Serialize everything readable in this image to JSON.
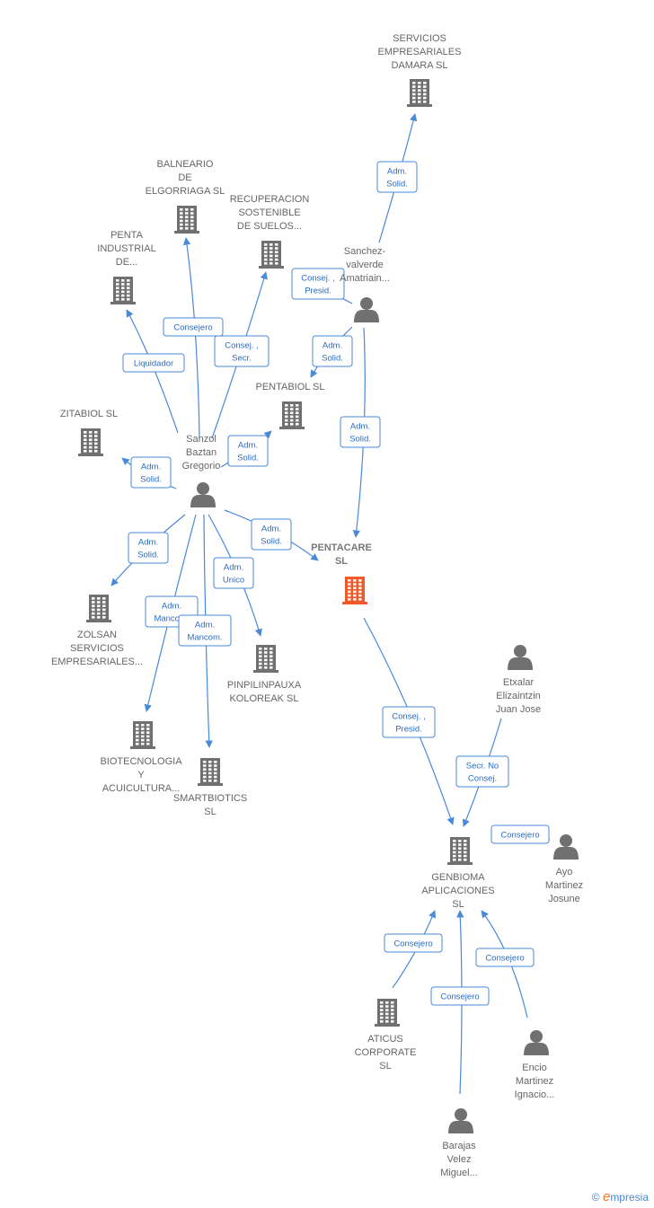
{
  "colors": {
    "edge": "#4a88d9",
    "node": "#707070",
    "focus": "#f05a28",
    "label": "#666666"
  },
  "nodes": [
    {
      "id": "servicios",
      "kind": "company",
      "label": [
        "SERVICIOS",
        "EMPRESARIALES",
        "DAMARA  SL"
      ]
    },
    {
      "id": "balneario",
      "kind": "company",
      "label": [
        "BALNEARIO",
        "DE",
        "ELGORRIAGA SL"
      ]
    },
    {
      "id": "recuperacion",
      "kind": "company",
      "label": [
        "RECUPERACION",
        "SOSTENIBLE",
        "DE SUELOS..."
      ]
    },
    {
      "id": "penta_industrial",
      "kind": "company",
      "label": [
        "PENTA",
        "INDUSTRIAL",
        "DE..."
      ]
    },
    {
      "id": "pentabiol",
      "kind": "company",
      "label": [
        "PENTABIOL  SL"
      ]
    },
    {
      "id": "zitabiol",
      "kind": "company",
      "label": [
        "ZITABIOL  SL"
      ]
    },
    {
      "id": "sanzol",
      "kind": "person",
      "label": [
        "Sanzol",
        "Baztan",
        "Gregorio"
      ]
    },
    {
      "id": "sanchez",
      "kind": "person",
      "label": [
        "Sanchez-",
        "valverde",
        "Amatriain..."
      ]
    },
    {
      "id": "pentacare",
      "kind": "focus",
      "label": [
        "PENTACARE",
        "SL"
      ]
    },
    {
      "id": "zolsan",
      "kind": "company",
      "label": [
        "ZOLSAN",
        "SERVICIOS",
        "EMPRESARIALES..."
      ]
    },
    {
      "id": "pinpilin",
      "kind": "company",
      "label": [
        "PINPILINPAUXA",
        "KOLOREAK  SL"
      ]
    },
    {
      "id": "biotec",
      "kind": "company",
      "label": [
        "BIOTECNOLOGIA",
        "Y",
        "ACUICULTURA..."
      ]
    },
    {
      "id": "smartbiotics",
      "kind": "company",
      "label": [
        "SMARTBIOTICS",
        "SL"
      ]
    },
    {
      "id": "etxalar",
      "kind": "person",
      "label": [
        "Etxalar",
        "Elizaintzin",
        "Juan Jose"
      ]
    },
    {
      "id": "genbioma",
      "kind": "company",
      "label": [
        "GENBIOMA",
        "APLICACIONES",
        "SL"
      ]
    },
    {
      "id": "ayo",
      "kind": "person",
      "label": [
        "Ayo",
        "Martinez",
        "Josune"
      ]
    },
    {
      "id": "aticus",
      "kind": "company",
      "label": [
        "ATICUS",
        "CORPORATE",
        "SL"
      ]
    },
    {
      "id": "encio",
      "kind": "person",
      "label": [
        "Encio",
        "Martinez",
        "Ignacio..."
      ]
    },
    {
      "id": "barajas",
      "kind": "person",
      "label": [
        "Barajas",
        "Velez",
        "Miguel..."
      ]
    }
  ],
  "relations": [
    {
      "from": "sanchez",
      "to": "servicios",
      "label": [
        "Adm.",
        "Solid."
      ]
    },
    {
      "from": "sanchez",
      "to": "recuperacion",
      "label": [
        "Consej. ,",
        "Presid."
      ]
    },
    {
      "from": "sanchez",
      "to": "pentabiol",
      "label": [
        "Adm.",
        "Solid."
      ]
    },
    {
      "from": "sanchez",
      "to": "pentacare",
      "label": [
        "Adm.",
        "Solid."
      ]
    },
    {
      "from": "sanzol",
      "to": "balneario",
      "label": [
        "Consejero"
      ]
    },
    {
      "from": "sanzol",
      "to": "recuperacion",
      "label": [
        "Consej. ,",
        "Secr."
      ]
    },
    {
      "from": "sanzol",
      "to": "penta_industrial",
      "label": [
        "Liquidador"
      ]
    },
    {
      "from": "sanzol",
      "to": "pentabiol",
      "label": [
        "Adm.",
        "Solid."
      ]
    },
    {
      "from": "sanzol",
      "to": "zitabiol",
      "label": [
        "Adm.",
        "Solid."
      ]
    },
    {
      "from": "sanzol",
      "to": "pentacare",
      "label": [
        "Adm.",
        "Solid."
      ]
    },
    {
      "from": "sanzol",
      "to": "zolsan",
      "label": [
        "Adm.",
        "Solid."
      ]
    },
    {
      "from": "sanzol",
      "to": "pinpilin",
      "label": [
        "Adm.",
        "Unico"
      ]
    },
    {
      "from": "sanzol",
      "to": "biotec",
      "label": [
        "Adm.",
        "Mancom."
      ]
    },
    {
      "from": "sanzol",
      "to": "smartbiotics",
      "label": [
        "Adm.",
        "Mancom."
      ]
    },
    {
      "from": "pentacare",
      "to": "genbioma",
      "label": [
        "Consej. ,",
        "Presid."
      ]
    },
    {
      "from": "etxalar",
      "to": "genbioma",
      "label": [
        "Secr.  No",
        "Consej."
      ]
    },
    {
      "from": "ayo",
      "to": "genbioma",
      "label": [
        "Consejero"
      ]
    },
    {
      "from": "aticus",
      "to": "genbioma",
      "label": [
        "Consejero"
      ]
    },
    {
      "from": "encio",
      "to": "genbioma",
      "label": [
        "Consejero"
      ]
    },
    {
      "from": "barajas",
      "to": "genbioma",
      "label": [
        "Consejero"
      ]
    }
  ],
  "brand": {
    "copyright": "©",
    "initial": "e",
    "name": "mpresia"
  }
}
